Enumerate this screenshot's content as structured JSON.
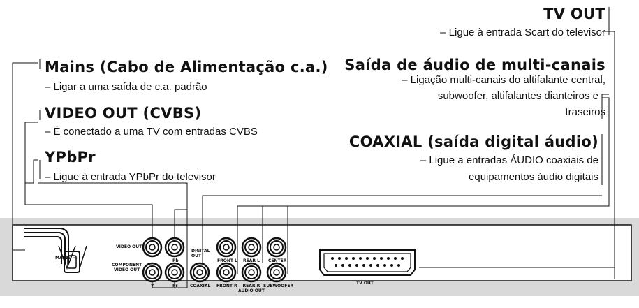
{
  "labels": {
    "tv_out": {
      "title": "TV OUT",
      "desc": "– Ligue à entrada Scart do televisor"
    },
    "multichannel": {
      "title": "Saída de áudio de multi-canais",
      "desc1": "– Ligação multi-canais do altifalante central,",
      "desc2": "subwoofer, altifalantes dianteiros e",
      "desc3": "traseiros"
    },
    "coaxial": {
      "title": "COAXIAL (saída digital áudio)",
      "desc1": "– Ligue a entradas ÁUDIO coaxiais de",
      "desc2": "equipamentos áudio digitais"
    },
    "mains": {
      "title": "Mains (Cabo de Alimentação c.a.)",
      "desc": "–    Ligar a uma saída de c.a. padrão"
    },
    "video_out": {
      "title": "VIDEO OUT (CVBS)",
      "desc": "–    É conectado a uma TV com entradas CVBS"
    },
    "ypbpr": {
      "title": "YPbPr",
      "desc": "–    Ligue à entrada YPbPr do televisor"
    }
  },
  "panel": {
    "mains": "MAINS",
    "mains_symbol": "~",
    "video_out": "VIDEO OUT",
    "component_1": "COMPONENT",
    "component_2": "VIDEO OUT",
    "pb": "Pb",
    "y": "Y",
    "pr": "Pr",
    "digital_1": "DIGITAL",
    "digital_2": "OUT",
    "coaxial": "COAXIAL",
    "front_l": "FRONT L",
    "front_r": "FRONT R",
    "rear_l": "REAR L",
    "rear_r": "REAR R",
    "audio_out": "AUDIO OUT",
    "center": "CENTER",
    "subwoofer": "SUBWOOFER",
    "tv_out": "TV OUT"
  }
}
